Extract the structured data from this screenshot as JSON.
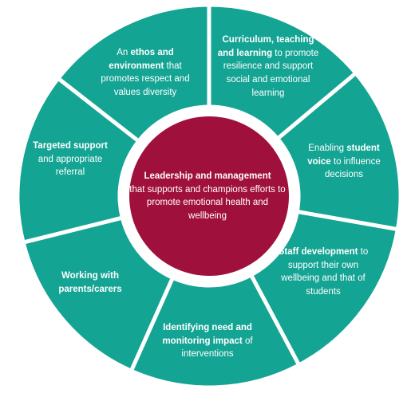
{
  "colors": {
    "segment_fill": "#14a494",
    "divider": "#ffffff",
    "center_fill": "#a0103c"
  },
  "center": {
    "title": "Leadership and management",
    "body": "that supports and champions efforts to promote emotional health and wellbeing"
  },
  "segments": [
    {
      "id": "ethos",
      "pre": "An ",
      "bold": "ethos and environment",
      "post": " that promotes respect and values diversity"
    },
    {
      "id": "curriculum",
      "pre": "",
      "bold": "Curriculum, teaching and learning",
      "post": " to promote resilience and support social and emotional learning"
    },
    {
      "id": "student-voice",
      "pre": "Enabling ",
      "bold": "student voice",
      "post": " to influence decisions"
    },
    {
      "id": "staff-development",
      "pre": "",
      "bold": "Staff development",
      "post": " to support their own wellbeing and that of students"
    },
    {
      "id": "identifying-need",
      "pre": "",
      "bold": "Identifying need and monitoring impact",
      "post": " of interventions"
    },
    {
      "id": "parents-carers",
      "pre": "",
      "bold": "Working with parents/carers",
      "post": ""
    },
    {
      "id": "targeted-support",
      "pre": "",
      "bold": "Targeted support",
      "post": " and appropriate referral"
    }
  ]
}
